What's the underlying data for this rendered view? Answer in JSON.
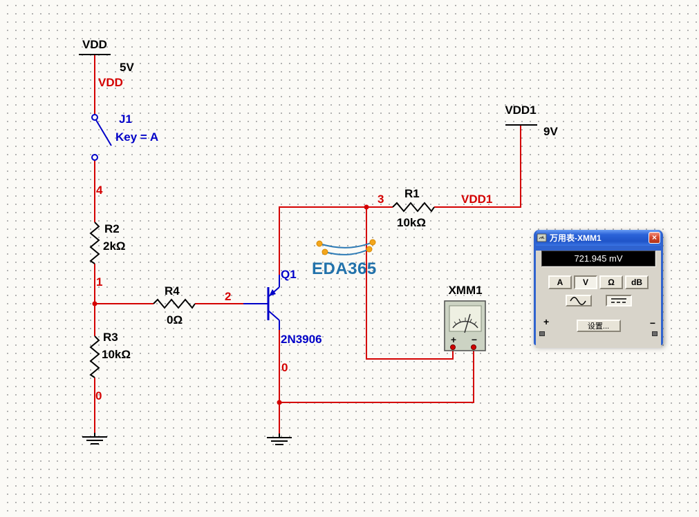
{
  "schematic": {
    "power_vdd": {
      "name": "VDD",
      "voltage": "5V",
      "net": "VDD"
    },
    "power_vdd1": {
      "name": "VDD1",
      "voltage": "9V",
      "net": "VDD1"
    },
    "switch": {
      "ref": "J1",
      "key": "Key = A"
    },
    "resistors": {
      "r1": {
        "ref": "R1",
        "value": "10kΩ"
      },
      "r2": {
        "ref": "R2",
        "value": "2kΩ"
      },
      "r3": {
        "ref": "R3",
        "value": "10kΩ"
      },
      "r4": {
        "ref": "R4",
        "value": "0Ω"
      }
    },
    "transistor": {
      "ref": "Q1",
      "part": "2N3906"
    },
    "instrument": {
      "label": "XMM1",
      "plus": "+",
      "minus": "−"
    },
    "nets": {
      "n1": "1",
      "n2": "2",
      "n3": "3",
      "n4": "4",
      "n0_left": "0",
      "n0_mid": "0"
    }
  },
  "watermark": {
    "text": "EDA365"
  },
  "multimeter": {
    "title": "万用表-XMM1",
    "close": "×",
    "reading": "721.945 mV",
    "mode_buttons": [
      "A",
      "V",
      "Ω",
      "dB"
    ],
    "settings_label": "设置...",
    "terminal_plus": "+",
    "terminal_minus": "−"
  }
}
